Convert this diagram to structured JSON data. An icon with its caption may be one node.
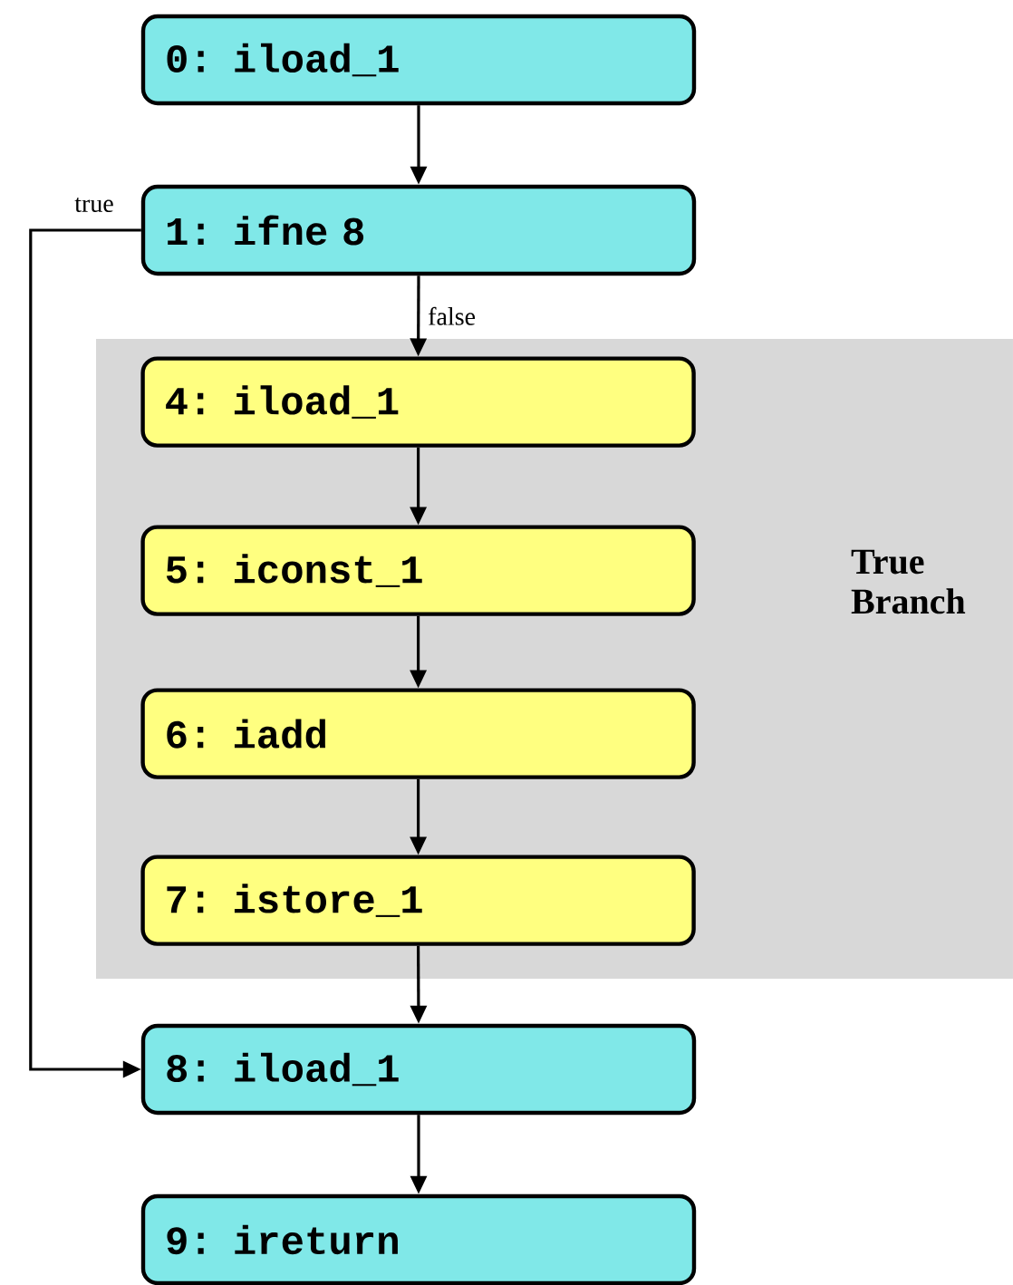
{
  "diagram": {
    "nodes": [
      {
        "text": [
          "0: iload_1"
        ]
      },
      {
        "text": [
          "1: ifne 8"
        ]
      },
      {
        "text": [
          "True Branch"
        ]
      },
      {
        "text": [
          "4: iload_1"
        ],
        "in": 2
      },
      {
        "text": [
          "5: iconst_1"
        ],
        "in": 2
      },
      {
        "text": [
          "6: iadd"
        ],
        "in": 2
      },
      {
        "text": [
          "7: istore_1"
        ],
        "in": 2
      },
      {
        "text": [
          "8: iload_1"
        ]
      },
      {
        "text": [
          "9: ireturn"
        ]
      }
    ],
    "edges": [
      {
        "from": 0,
        "to": 1,
        "arrow": "to"
      },
      {
        "from": 1,
        "to": 3,
        "arrow": "to",
        "label": "false"
      },
      {
        "from": 3,
        "to": 4,
        "arrow": "to"
      },
      {
        "from": 4,
        "to": 5,
        "arrow": "to"
      },
      {
        "from": 5,
        "to": 6,
        "arrow": "to"
      },
      {
        "from": 6,
        "to": 7,
        "arrow": "to"
      },
      {
        "from": 1,
        "to": 7,
        "arrow": "to",
        "label": "true"
      },
      {
        "from": 7,
        "to": 8,
        "arrow": "to"
      }
    ]
  }
}
